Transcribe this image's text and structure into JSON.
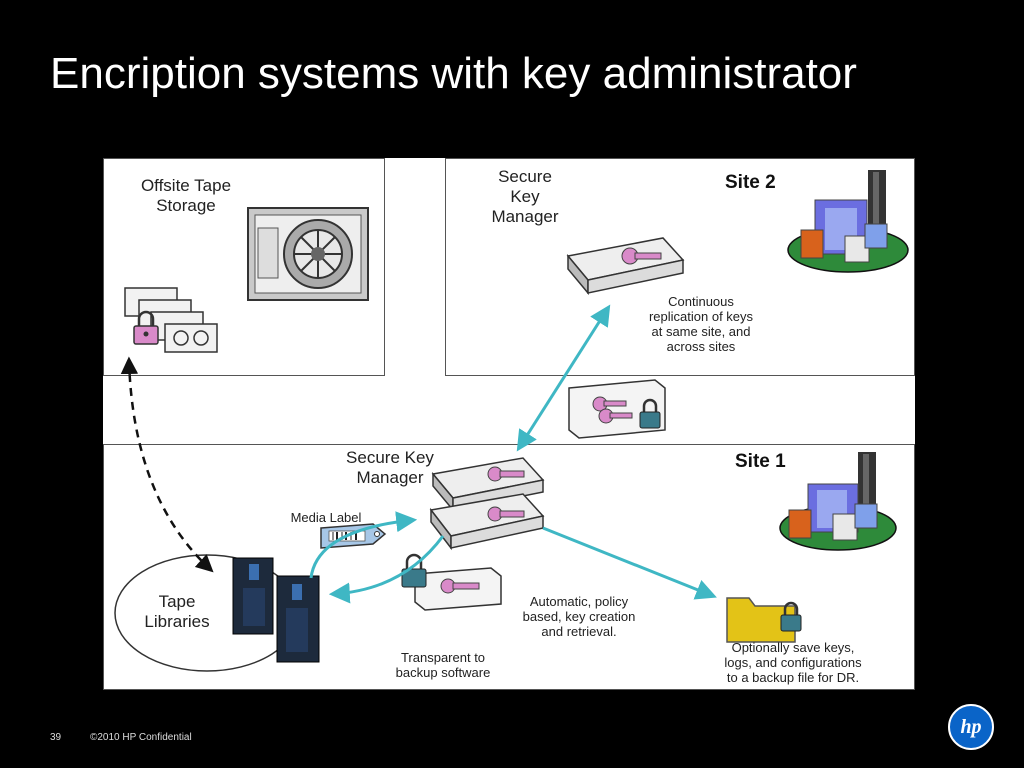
{
  "slide": {
    "title": "Encription systems with key administrator",
    "page_number": "39",
    "copyright": "©2010 HP Confidential",
    "logo_text": "hp"
  },
  "diagram": {
    "offsite_label": "Offsite Tape\nStorage",
    "site2": {
      "skm_label": "Secure\nKey\nManager",
      "site_label": "Site 2",
      "replication_note": "Continuous\nreplication of keys\nat same site, and\nacross sites"
    },
    "site1": {
      "skm_label": "Secure Key\nManager",
      "site_label": "Site 1",
      "media_label": "Media Label",
      "tape_libraries": "Tape\nLibraries",
      "auto_policy_note": "Automatic, policy\nbased, key creation\nand retrieval.",
      "transparent_note": "Transparent to\nbackup software",
      "backup_note": "Optionally save keys,\nlogs, and configurations\nto a backup file for DR."
    }
  },
  "colors": {
    "arrow": "#3fb7c4",
    "key": "#d98ac9",
    "lock": "#3a7a8a",
    "folder": "#e3c317"
  }
}
